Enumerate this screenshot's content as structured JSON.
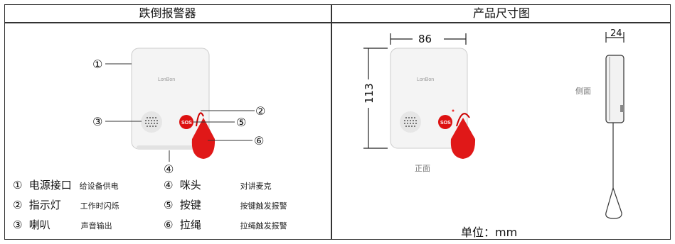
{
  "left_title": "跌倒报警器",
  "right_title": "产品尺寸图",
  "brand": "LonBon",
  "sos": "SOS",
  "callouts": [
    "①",
    "②",
    "③",
    "④",
    "⑤",
    "⑥"
  ],
  "features": [
    {
      "num": "①",
      "name": "电源接口",
      "desc": "给设备供电"
    },
    {
      "num": "②",
      "name": "指示灯",
      "desc": "工作时闪烁"
    },
    {
      "num": "③",
      "name": "喇叭",
      "desc": "声音输出"
    },
    {
      "num": "④",
      "name": "咪头",
      "desc": "对讲麦克"
    },
    {
      "num": "⑤",
      "name": "按键",
      "desc": "按键触发报警"
    },
    {
      "num": "⑥",
      "name": "拉绳",
      "desc": "拉绳触发报警"
    }
  ],
  "dims": {
    "width": "86",
    "height": "113",
    "depth": "24"
  },
  "front_label": "正面",
  "side_label": "侧面",
  "unit_label": "单位：mm"
}
